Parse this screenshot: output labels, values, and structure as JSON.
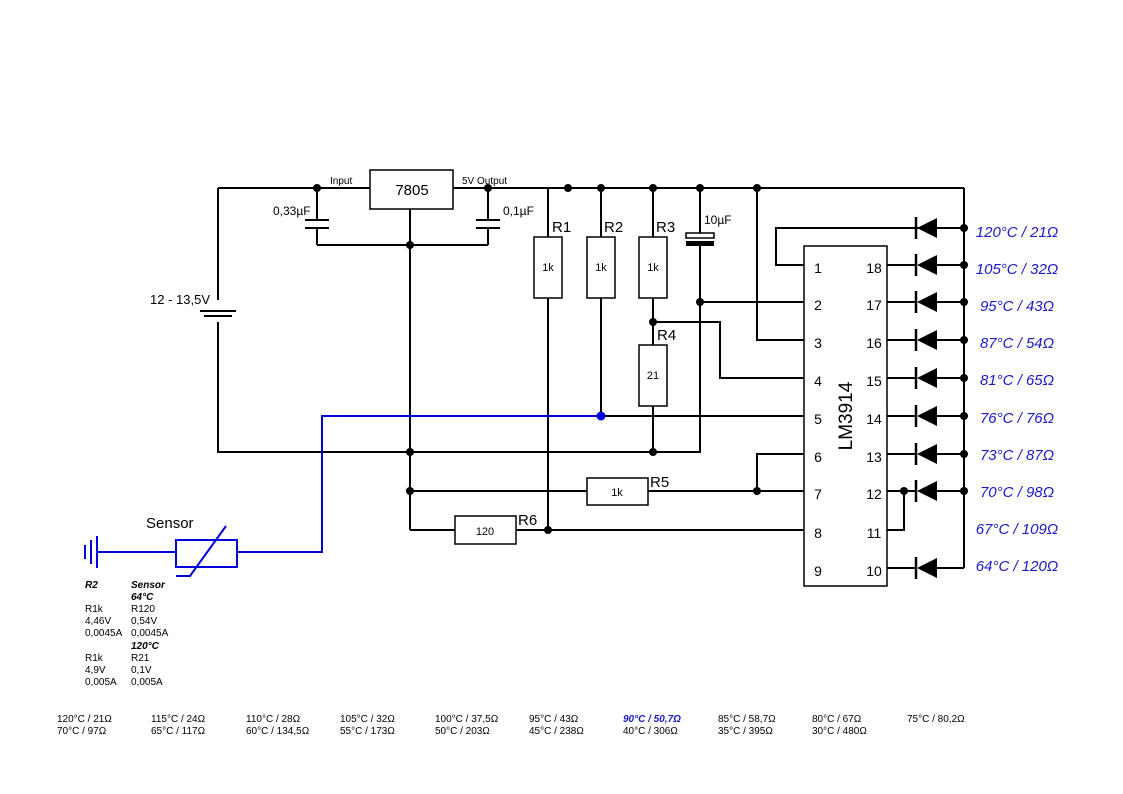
{
  "regulator": {
    "name": "7805",
    "input_label": "Input",
    "output_label": "5V Output"
  },
  "capacitors": {
    "c_in": "0,33µF",
    "c_out": "0,1µF",
    "c_big": "10µF"
  },
  "supply": {
    "label": "12 - 13,5V"
  },
  "resistors": {
    "r1": {
      "name": "R1",
      "value": "1k"
    },
    "r2": {
      "name": "R2",
      "value": "1k"
    },
    "r3": {
      "name": "R3",
      "value": "1k"
    },
    "r4": {
      "name": "R4",
      "value": "21"
    },
    "r5": {
      "name": "R5",
      "value": "1k"
    },
    "r6": {
      "name": "R6",
      "value": "120"
    }
  },
  "sensor": {
    "label": "Sensor"
  },
  "ic": {
    "name": "LM3914",
    "left_pins": [
      "1",
      "2",
      "3",
      "4",
      "5",
      "6",
      "7",
      "8",
      "9"
    ],
    "right_pins": [
      "18",
      "17",
      "16",
      "15",
      "14",
      "13",
      "12",
      "11",
      "10"
    ]
  },
  "led_labels": [
    "120°C / 21Ω",
    "105°C / 32Ω",
    "95°C / 43Ω",
    "87°C / 54Ω",
    "81°C / 65Ω",
    "76°C / 76Ω",
    "73°C / 87Ω",
    "70°C / 98Ω",
    "67°C / 109Ω",
    "64°C / 120Ω"
  ],
  "calc": {
    "col1_head": "R2",
    "col2_head": "Sensor",
    "sub1": "64°C",
    "col1_a": [
      "R1k",
      "4,46V",
      "0,0045A"
    ],
    "col2_a": [
      "R120",
      "0,54V",
      "0,0045A"
    ],
    "sub2": "120°C",
    "col1_b": [
      "R1k",
      "4,9V",
      "0,005A"
    ],
    "col2_b": [
      "R21",
      "0,1V",
      "0,005A"
    ]
  },
  "footer": [
    [
      "120°C / 21Ω",
      "70°C / 97Ω"
    ],
    [
      "115°C / 24Ω",
      "65°C / 117Ω"
    ],
    [
      "110°C / 28Ω",
      "60°C / 134,5Ω"
    ],
    [
      "105°C / 32Ω",
      "55°C / 173Ω"
    ],
    [
      "100°C / 37,5Ω",
      "50°C / 203Ω"
    ],
    [
      "95°C / 43Ω",
      "45°C / 238Ω"
    ],
    [
      "90°C / 50,7Ω",
      "40°C / 306Ω"
    ],
    [
      "85°C / 58,7Ω",
      "35°C / 395Ω"
    ],
    [
      "80°C / 67Ω",
      "30°C / 480Ω"
    ],
    [
      "75°C / 80,2Ω",
      ""
    ]
  ],
  "colors": {
    "wire": "#000000",
    "sensor_wire": "#0000dd",
    "led_text": "#1a1acc"
  }
}
